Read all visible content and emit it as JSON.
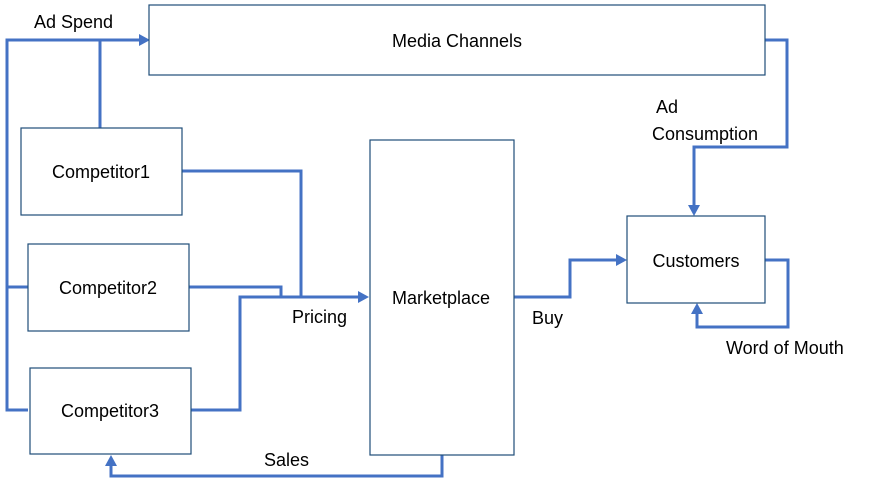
{
  "nodes": {
    "media_channels": "Media Channels",
    "competitor1": "Competitor1",
    "competitor2": "Competitor2",
    "competitor3": "Competitor3",
    "marketplace": "Marketplace",
    "customers": "Customers"
  },
  "edge_labels": {
    "ad_spend": "Ad Spend",
    "ad_consumption_line1": "Ad",
    "ad_consumption_line2": "Consumption",
    "pricing": "Pricing",
    "buy": "Buy",
    "word_of_mouth": "Word of Mouth",
    "sales": "Sales"
  },
  "colors": {
    "connector": "#4472c4",
    "box_border": "#1f4e79"
  }
}
